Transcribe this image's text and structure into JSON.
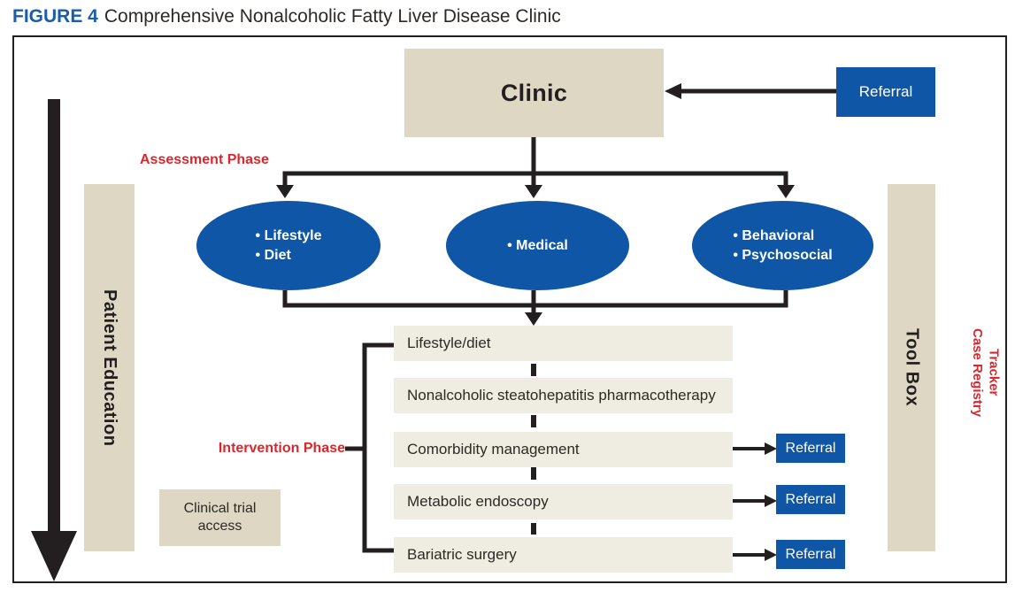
{
  "figure": {
    "label": "FIGURE 4",
    "title": "Comprehensive Nonalcoholic Fatty Liver Disease Clinic"
  },
  "colors": {
    "brand_blue": "#0F57A6",
    "figure_label_blue": "#1A5DAD",
    "phase_red": "#D7282F",
    "panel_tan": "#DDD7C3",
    "box_cream": "#EFECE2",
    "line_black": "#231F20"
  },
  "clinic": {
    "label": "Clinic"
  },
  "referral": {
    "label": "Referral"
  },
  "phases": {
    "assessment": "Assessment Phase",
    "intervention": "Intervention Phase"
  },
  "assessment_nodes": {
    "lifestyle_diet": {
      "items": [
        "• Lifestyle",
        "• Diet"
      ]
    },
    "medical": {
      "items": [
        "• Medical"
      ]
    },
    "behavioral": {
      "items": [
        "• Behavioral",
        "• Psychosocial"
      ]
    }
  },
  "interventions": [
    "Lifestyle/diet",
    "Nonalcoholic steatohepatitis pharmacotherapy",
    "Comorbidity management",
    "Metabolic endoscopy",
    "Bariatric surgery"
  ],
  "clinical_trial": {
    "line1": "Clinical trial",
    "line2": "access"
  },
  "panels": {
    "left": "Patient Education",
    "right": "Tool Box"
  },
  "tracker": {
    "line1": "Case Registry",
    "line2": "Tracker"
  }
}
